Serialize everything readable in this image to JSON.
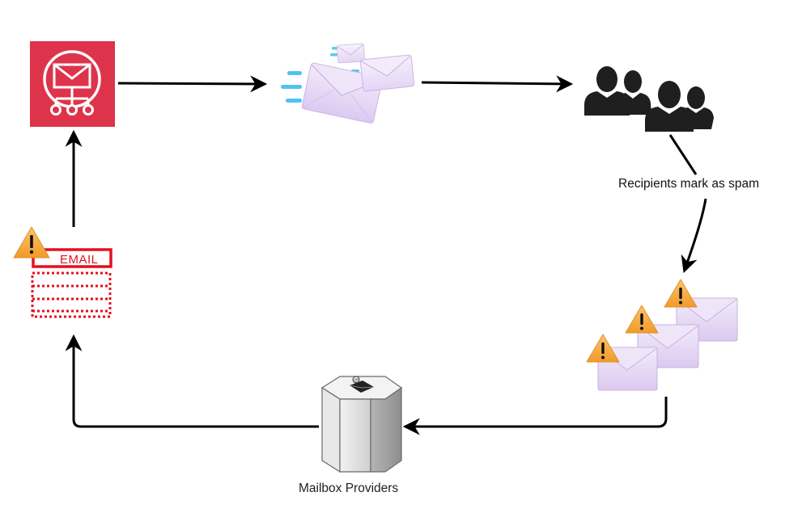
{
  "diagram": {
    "labels": {
      "recipients_mark_spam": "Recipients mark as spam",
      "mailbox_providers": "Mailbox Providers",
      "email_tag": "EMAIL"
    },
    "nodes": [
      {
        "id": "email-service",
        "icon": "email-distribution-icon",
        "color": "#dd344c"
      },
      {
        "id": "sent-emails",
        "icon": "flying-envelopes-icon",
        "color": "#e6daf3"
      },
      {
        "id": "recipients",
        "icon": "users-group-icon",
        "color": "#1f1f1f"
      },
      {
        "id": "spam-emails",
        "icon": "warning-envelopes-icon",
        "color": "#f4a93a"
      },
      {
        "id": "mailbox-providers",
        "icon": "mail-server-icon",
        "color": "#bdbdbd"
      },
      {
        "id": "blocked-email",
        "icon": "email-warning-icon",
        "color": "#e3101f"
      }
    ],
    "edges": [
      {
        "from": "email-service",
        "to": "sent-emails"
      },
      {
        "from": "sent-emails",
        "to": "recipients"
      },
      {
        "from": "recipients",
        "to": "spam-emails",
        "label": "Recipients mark as spam"
      },
      {
        "from": "spam-emails",
        "to": "mailbox-providers"
      },
      {
        "from": "mailbox-providers",
        "to": "blocked-email"
      },
      {
        "from": "blocked-email",
        "to": "email-service"
      }
    ]
  }
}
